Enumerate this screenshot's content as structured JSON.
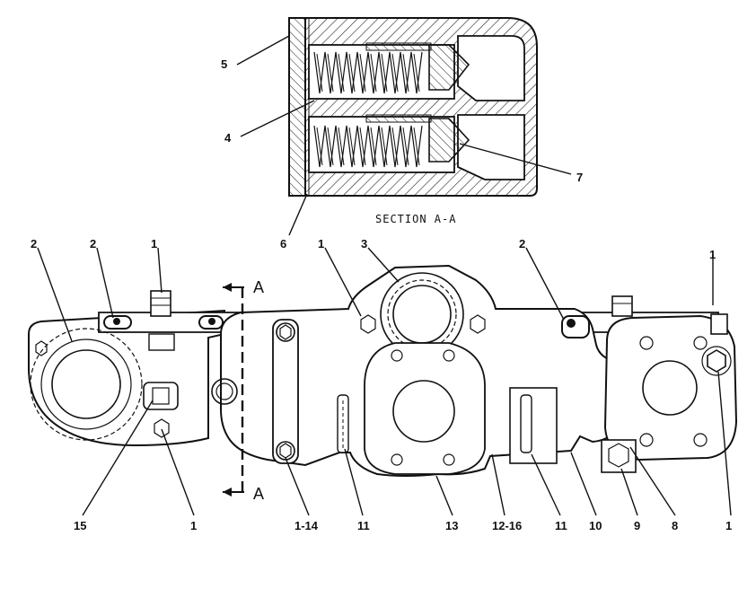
{
  "section_caption": "SECTION A-A",
  "section_marker": "A",
  "callouts": {
    "c5": "5",
    "c4": "4",
    "c6": "6",
    "c7": "7",
    "c2a": "2",
    "c2b": "2",
    "c1a": "1",
    "c1b": "1",
    "c3": "3",
    "c2c": "2",
    "c1c": "1",
    "c15": "15",
    "c1d": "1",
    "c1_14": "1-14",
    "c11a": "11",
    "c13": "13",
    "c12_16": "12-16",
    "c11b": "11",
    "c10": "10",
    "c9": "9",
    "c8": "8",
    "c1e": "1"
  }
}
